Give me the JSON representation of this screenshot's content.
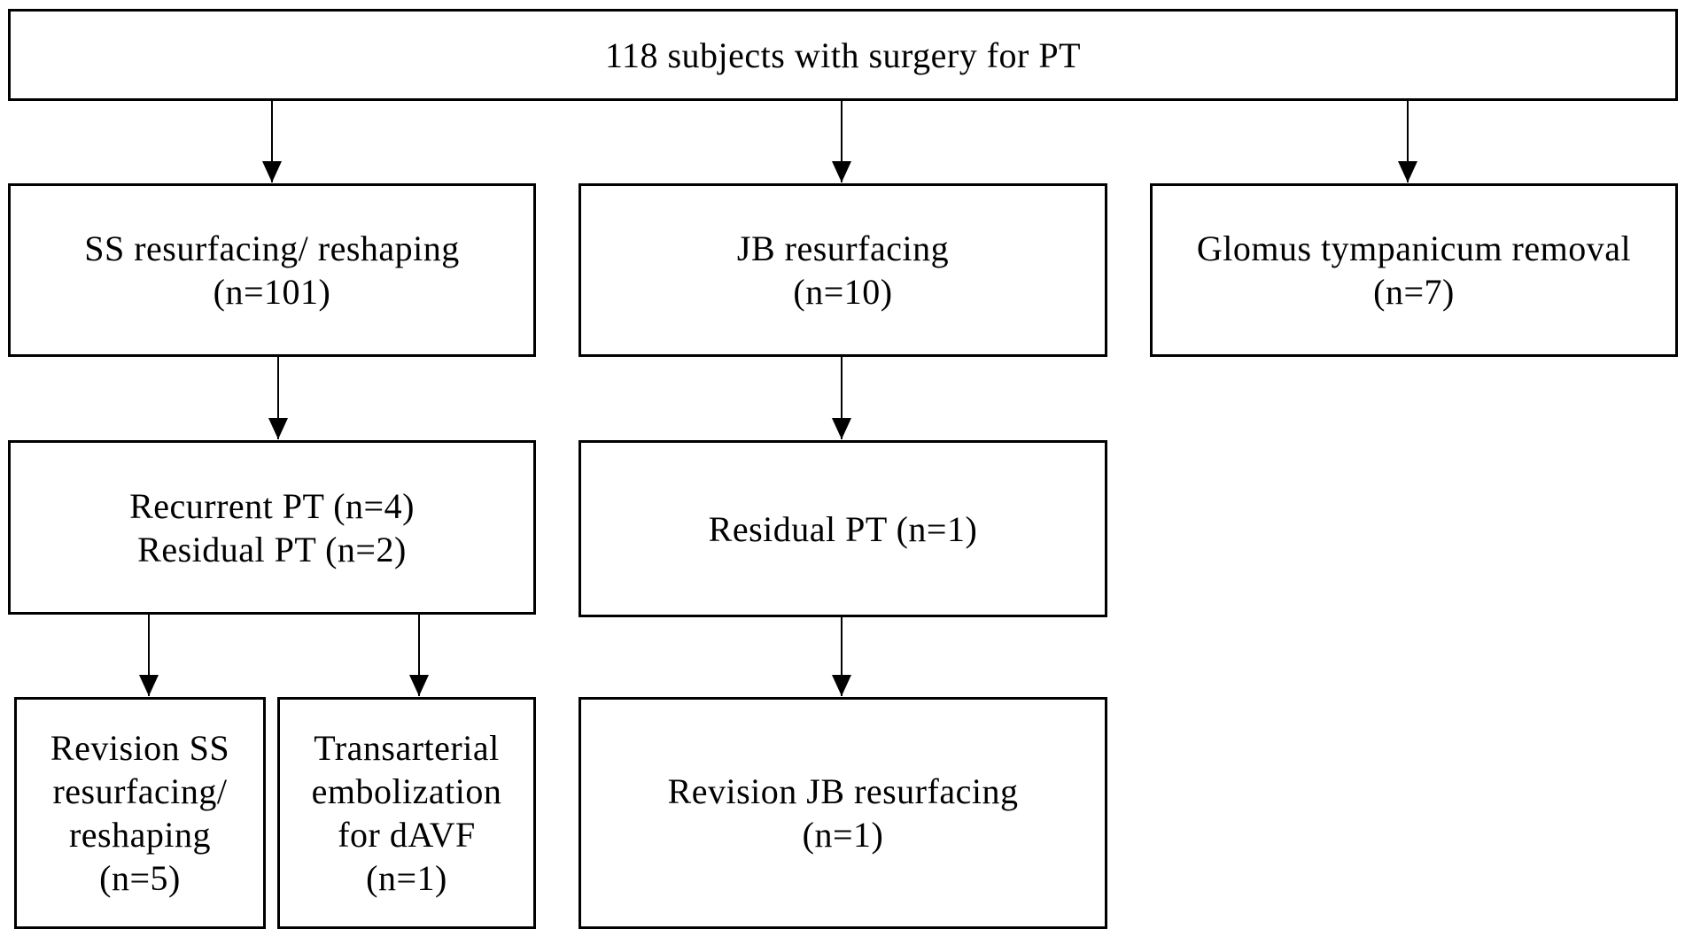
{
  "flowchart": {
    "top": {
      "lines": [
        "118 subjects with surgery for PT"
      ]
    },
    "ss_resurfacing": {
      "lines": [
        "SS resurfacing/ reshaping",
        "(n=101)"
      ]
    },
    "jb_resurfacing": {
      "lines": [
        "JB resurfacing",
        "(n=10)"
      ]
    },
    "glomus_removal": {
      "lines": [
        "Glomus tympanicum removal",
        "(n=7)"
      ]
    },
    "ss_recurrent_residual": {
      "lines": [
        "Recurrent PT (n=4)",
        "Residual PT (n=2)"
      ]
    },
    "jb_residual": {
      "lines": [
        "Residual PT (n=1)"
      ]
    },
    "revision_ss": {
      "lines": [
        "Revision SS",
        "resurfacing/",
        "reshaping",
        "(n=5)"
      ]
    },
    "transarterial": {
      "lines": [
        "Transarterial",
        "embolization",
        "for dAVF",
        "(n=1)"
      ]
    },
    "revision_jb": {
      "lines": [
        "Revision JB resurfacing",
        "(n=1)"
      ]
    }
  },
  "style": {
    "stroke_color": "#000000",
    "background": "#ffffff"
  }
}
